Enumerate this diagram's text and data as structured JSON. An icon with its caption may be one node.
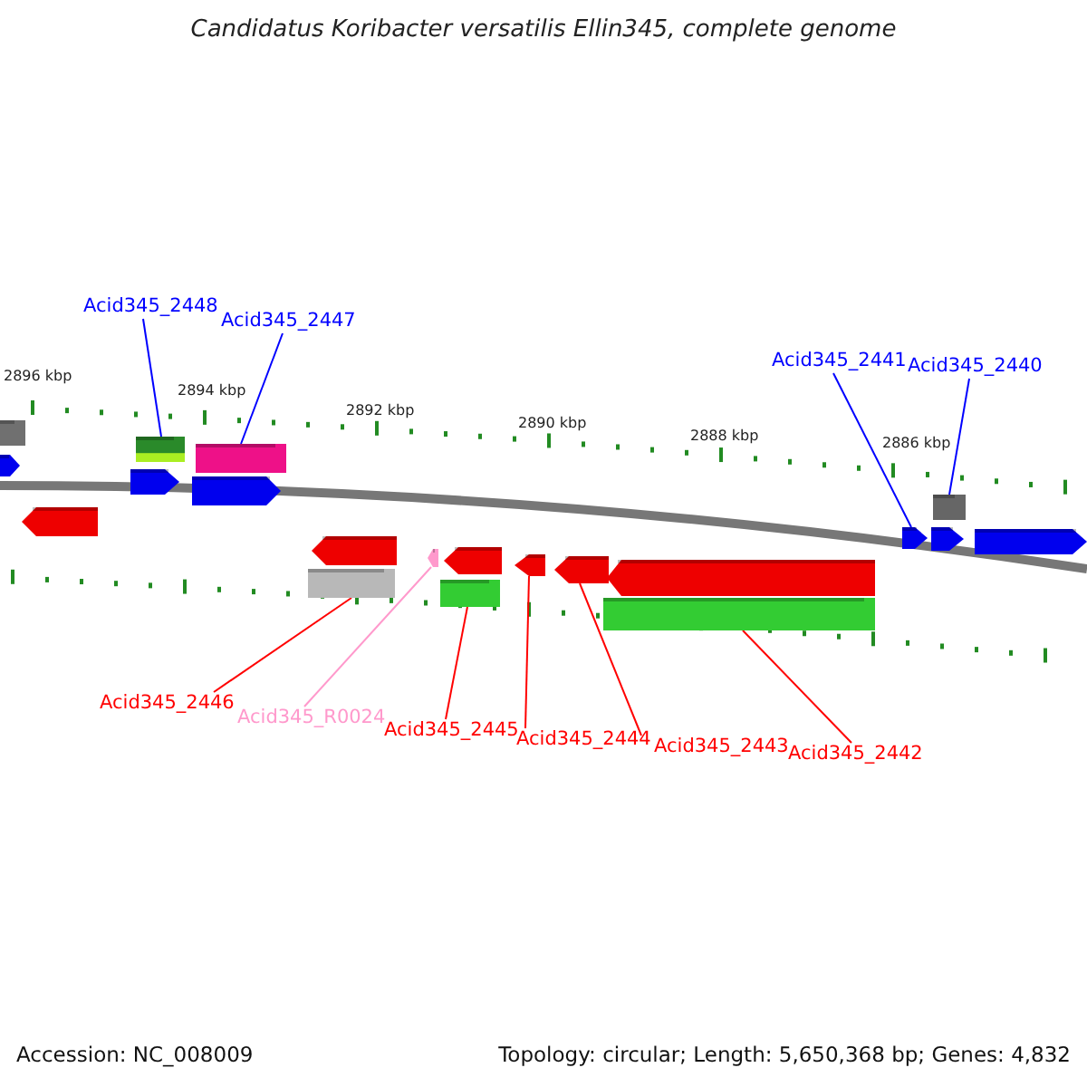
{
  "diagram": {
    "title": "Candidatus Koribacter versatilis Ellin345, complete genome",
    "nodes": [
      {
        "text": [
          "Acid345_2448"
        ]
      },
      {
        "text": [
          "Acid345_2447"
        ]
      },
      {
        "text": [
          "Acid345_2441"
        ]
      },
      {
        "text": [
          "Acid345_2440"
        ]
      },
      {
        "text": [
          "Acid345_2446"
        ]
      },
      {
        "text": [
          "Acid345_R0024"
        ]
      },
      {
        "text": [
          "Acid345_2445"
        ]
      },
      {
        "text": [
          "Acid345_2444"
        ]
      },
      {
        "text": [
          "Acid345_2443"
        ]
      },
      {
        "text": [
          "Acid345_2442"
        ]
      },
      {
        "text": [],
        "shape": "bar"
      },
      {
        "text": [],
        "shape": "pentagon"
      },
      {
        "text": [],
        "shape": "pentagon"
      },
      {
        "text": [],
        "shape": "pentagon"
      },
      {
        "text": [],
        "shape": "bar"
      },
      {
        "text": [],
        "shape": "pentagon"
      },
      {
        "text": [],
        "shape": "bar"
      },
      {
        "text": [],
        "shape": "bar"
      },
      {
        "text": [],
        "shape": "pentagon"
      },
      {
        "text": [],
        "shape": "pentagon"
      },
      {
        "text": [],
        "shape": "bar"
      },
      {
        "text": [],
        "shape": "pentagon"
      },
      {
        "text": [],
        "shape": "pentagon"
      },
      {
        "text": [],
        "shape": "pentagon"
      },
      {
        "text": [],
        "shape": "bar"
      },
      {
        "text": [],
        "shape": "pentagon"
      },
      {
        "text": [],
        "shape": "pentagon"
      },
      {
        "text": [],
        "shape": "pentagon"
      },
      {
        "text": [],
        "shape": "bar"
      },
      {
        "text": [],
        "shape": "pentagon"
      }
    ],
    "edges": [
      {
        "from": 0,
        "to": 14,
        "arrow": "none",
        "color": "#0000ff"
      },
      {
        "from": 1,
        "to": 16,
        "arrow": "none",
        "color": "#0000ff"
      },
      {
        "from": 2,
        "to": 26,
        "arrow": "none",
        "color": "#0000ff"
      },
      {
        "from": 3,
        "to": 28,
        "arrow": "none",
        "color": "#0000ff"
      },
      {
        "from": 4,
        "to": 17,
        "arrow": "none"
      },
      {
        "from": 5,
        "to": 19,
        "arrow": "none",
        "color": "#ff99cc"
      },
      {
        "from": 6,
        "to": 20,
        "arrow": "none"
      },
      {
        "from": 7,
        "to": 22,
        "arrow": "none"
      },
      {
        "from": 8,
        "to": 23,
        "arrow": "none"
      },
      {
        "from": 9,
        "to": 24,
        "arrow": "none"
      }
    ],
    "labels": [
      "2896 kbp",
      "2894 kbp",
      "2892 kbp",
      "2890 kbp",
      "2888 kbp",
      "2886 kbp",
      "Accession: NC_008009",
      "Topology: circular; Length: 5,650,368 bp; Genes: 4,832"
    ]
  }
}
